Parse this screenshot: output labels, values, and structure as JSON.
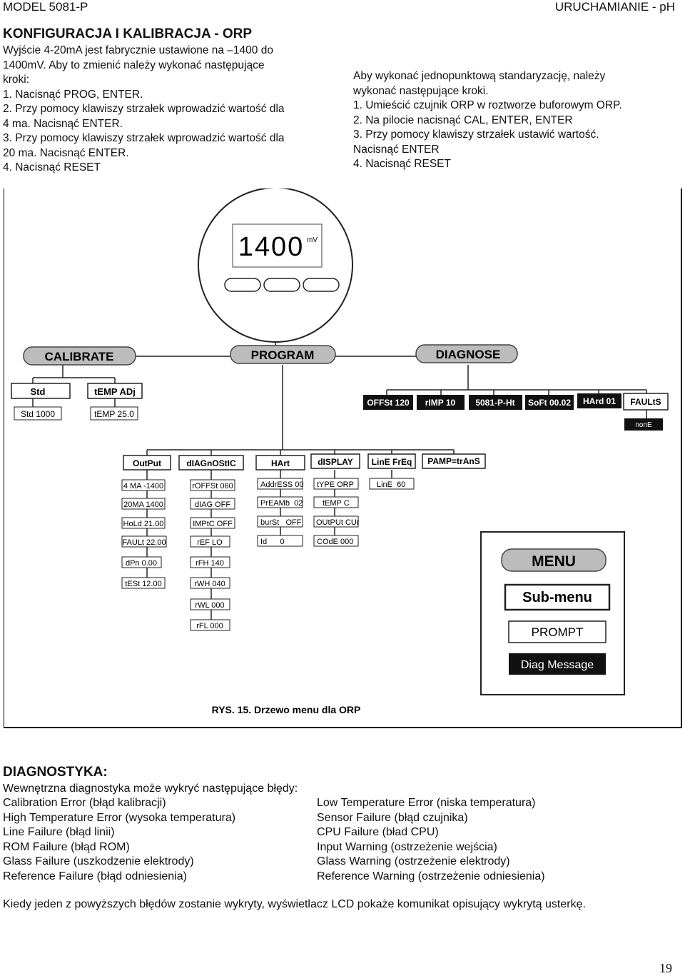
{
  "header": {
    "left": "MODEL 5081-P",
    "right": "URUCHAMIANIE - pH"
  },
  "config": {
    "title": "KONFIGURACJA I KALIBRACJA - ORP",
    "lines": [
      "Wyjście 4-20mA jest fabrycznie ustawione na –1400 do",
      "1400mV. Aby to zmienić należy wykonać następujące",
      "kroki:",
      "1. Nacisnąć PROG, ENTER.",
      "2. Przy pomocy klawiszy strzałek wprowadzić wartość dla",
      "4 ma. Nacisnąć ENTER.",
      "3. Przy pomocy klawiszy strzałek wprowadzić wartość dla",
      "20 ma. Nacisnąć ENTER.",
      "4. Nacisnąć RESET"
    ]
  },
  "standard": {
    "lines": [
      "Aby wykonać jednopunktową standaryzację, należy",
      "wykonać następujące kroki.",
      "1. Umieścić czujnik ORP w roztworze buforowym ORP.",
      "2. Na pilocie nacisnąć CAL, ENTER, ENTER",
      "3. Przy pomocy klawiszy strzałek ustawić wartość.",
      "Nacisnąć ENTER",
      "4. Nacisnąć RESET"
    ]
  },
  "diagram": {
    "display_value": "1400",
    "display_unit": "mV",
    "main_menus": [
      "CALIBRATE",
      "PROGRAM",
      "DIAGNOSE"
    ],
    "calibrate": {
      "submenus": [
        "Std",
        "tEMP ADj"
      ],
      "prompts": [
        "Std 1000",
        "tEMP 25.0"
      ]
    },
    "diagnose": {
      "messages": [
        "OFFSt 120",
        "rIMP 10",
        "5081-P-Ht",
        "SoFt 00.02",
        "HArd 01",
        "FAULtS"
      ],
      "fault_prompt": "nonE"
    },
    "program": {
      "submenus": [
        "OutPut",
        "dIAGnOStIC",
        "HArt",
        "dISPLAY",
        "LinE FrEq",
        "PAMP=trAnS"
      ],
      "output": [
        "4 MA -1400",
        "20MA 1400",
        "HoLd 21.00",
        "FAULt 22.00",
        "dPn 0.00",
        "tESt 12.00"
      ],
      "diagnostic": [
        "rOFFSt 060",
        "dIAG OFF",
        "IMPtC OFF",
        "rEF LO",
        "rFH 140",
        "rWH 040",
        "rWL 000",
        "rFL 000"
      ],
      "hart": [
        "AddrESS 00",
        "PrEAMb  02",
        "burSt   OFF",
        "Id      0"
      ],
      "display": [
        "tYPE ORP",
        "tEMP C",
        "OUtPUt CUr",
        "COdE 000"
      ],
      "linefreq": [
        "LinE  60"
      ]
    },
    "legend": [
      "MENU",
      "Sub-menu",
      "PROMPT",
      "Diag Message"
    ],
    "caption": "RYS. 15. Drzewo menu dla ORP"
  },
  "diagnostics": {
    "title": "DIAGNOSTYKA:",
    "intro": "Wewnętrzna diagnostyka może wykryć następujące błędy:",
    "left": [
      "Calibration Error (błąd kalibracji)",
      "High Temperature Error (wysoka temperatura)",
      "Line Failure (błąd linii)",
      "ROM Failure (błąd ROM)",
      "Glass Failure (uszkodzenie elektrody)",
      "Reference Failure (błąd odniesienia)"
    ],
    "right": [
      "Low Temperature Error (niska temperatura)",
      "Sensor Failure (błąd czujnika)",
      "CPU Failure (bład CPU)",
      "Input Warning (ostrzeżenie wejścia)",
      "Glass Warning (ostrzeżenie elektrody)",
      "Reference Warning (ostrzeżenie odniesienia)"
    ],
    "footer": "Kiedy jeden z powyższych błędów zostanie wykryty, wyświetlacz LCD pokaże komunikat opisujący wykrytą usterkę."
  },
  "page_number": "19"
}
